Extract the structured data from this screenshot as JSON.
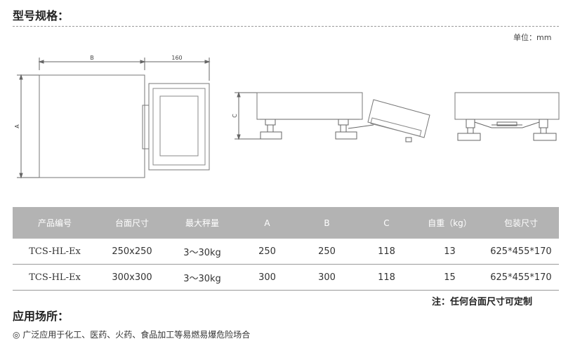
{
  "spec_section": {
    "title": "型号规格："
  },
  "unit_label": "单位：mm",
  "drawing": {
    "dim_b": "B",
    "dim_160": "160",
    "dim_a": "A",
    "dim_c": "C"
  },
  "table": {
    "headers": [
      "产品编号",
      "台面尺寸",
      "最大秤量",
      "A",
      "B",
      "C",
      "自重（kg）",
      "包装尺寸"
    ],
    "rows": [
      [
        "TCS-HL-Ex",
        "250x250",
        "3～30kg",
        "250",
        "250",
        "118",
        "13",
        "625*455*170"
      ],
      [
        "TCS-HL-Ex",
        "300x300",
        "3～30kg",
        "300",
        "300",
        "118",
        "15",
        "625*455*170"
      ]
    ]
  },
  "note": "注：任何台面尺寸可定制",
  "application": {
    "title": "应用场所：",
    "text": "◎ 广泛应用于化工、医药、火药、食品加工等易燃易爆危险场合"
  }
}
